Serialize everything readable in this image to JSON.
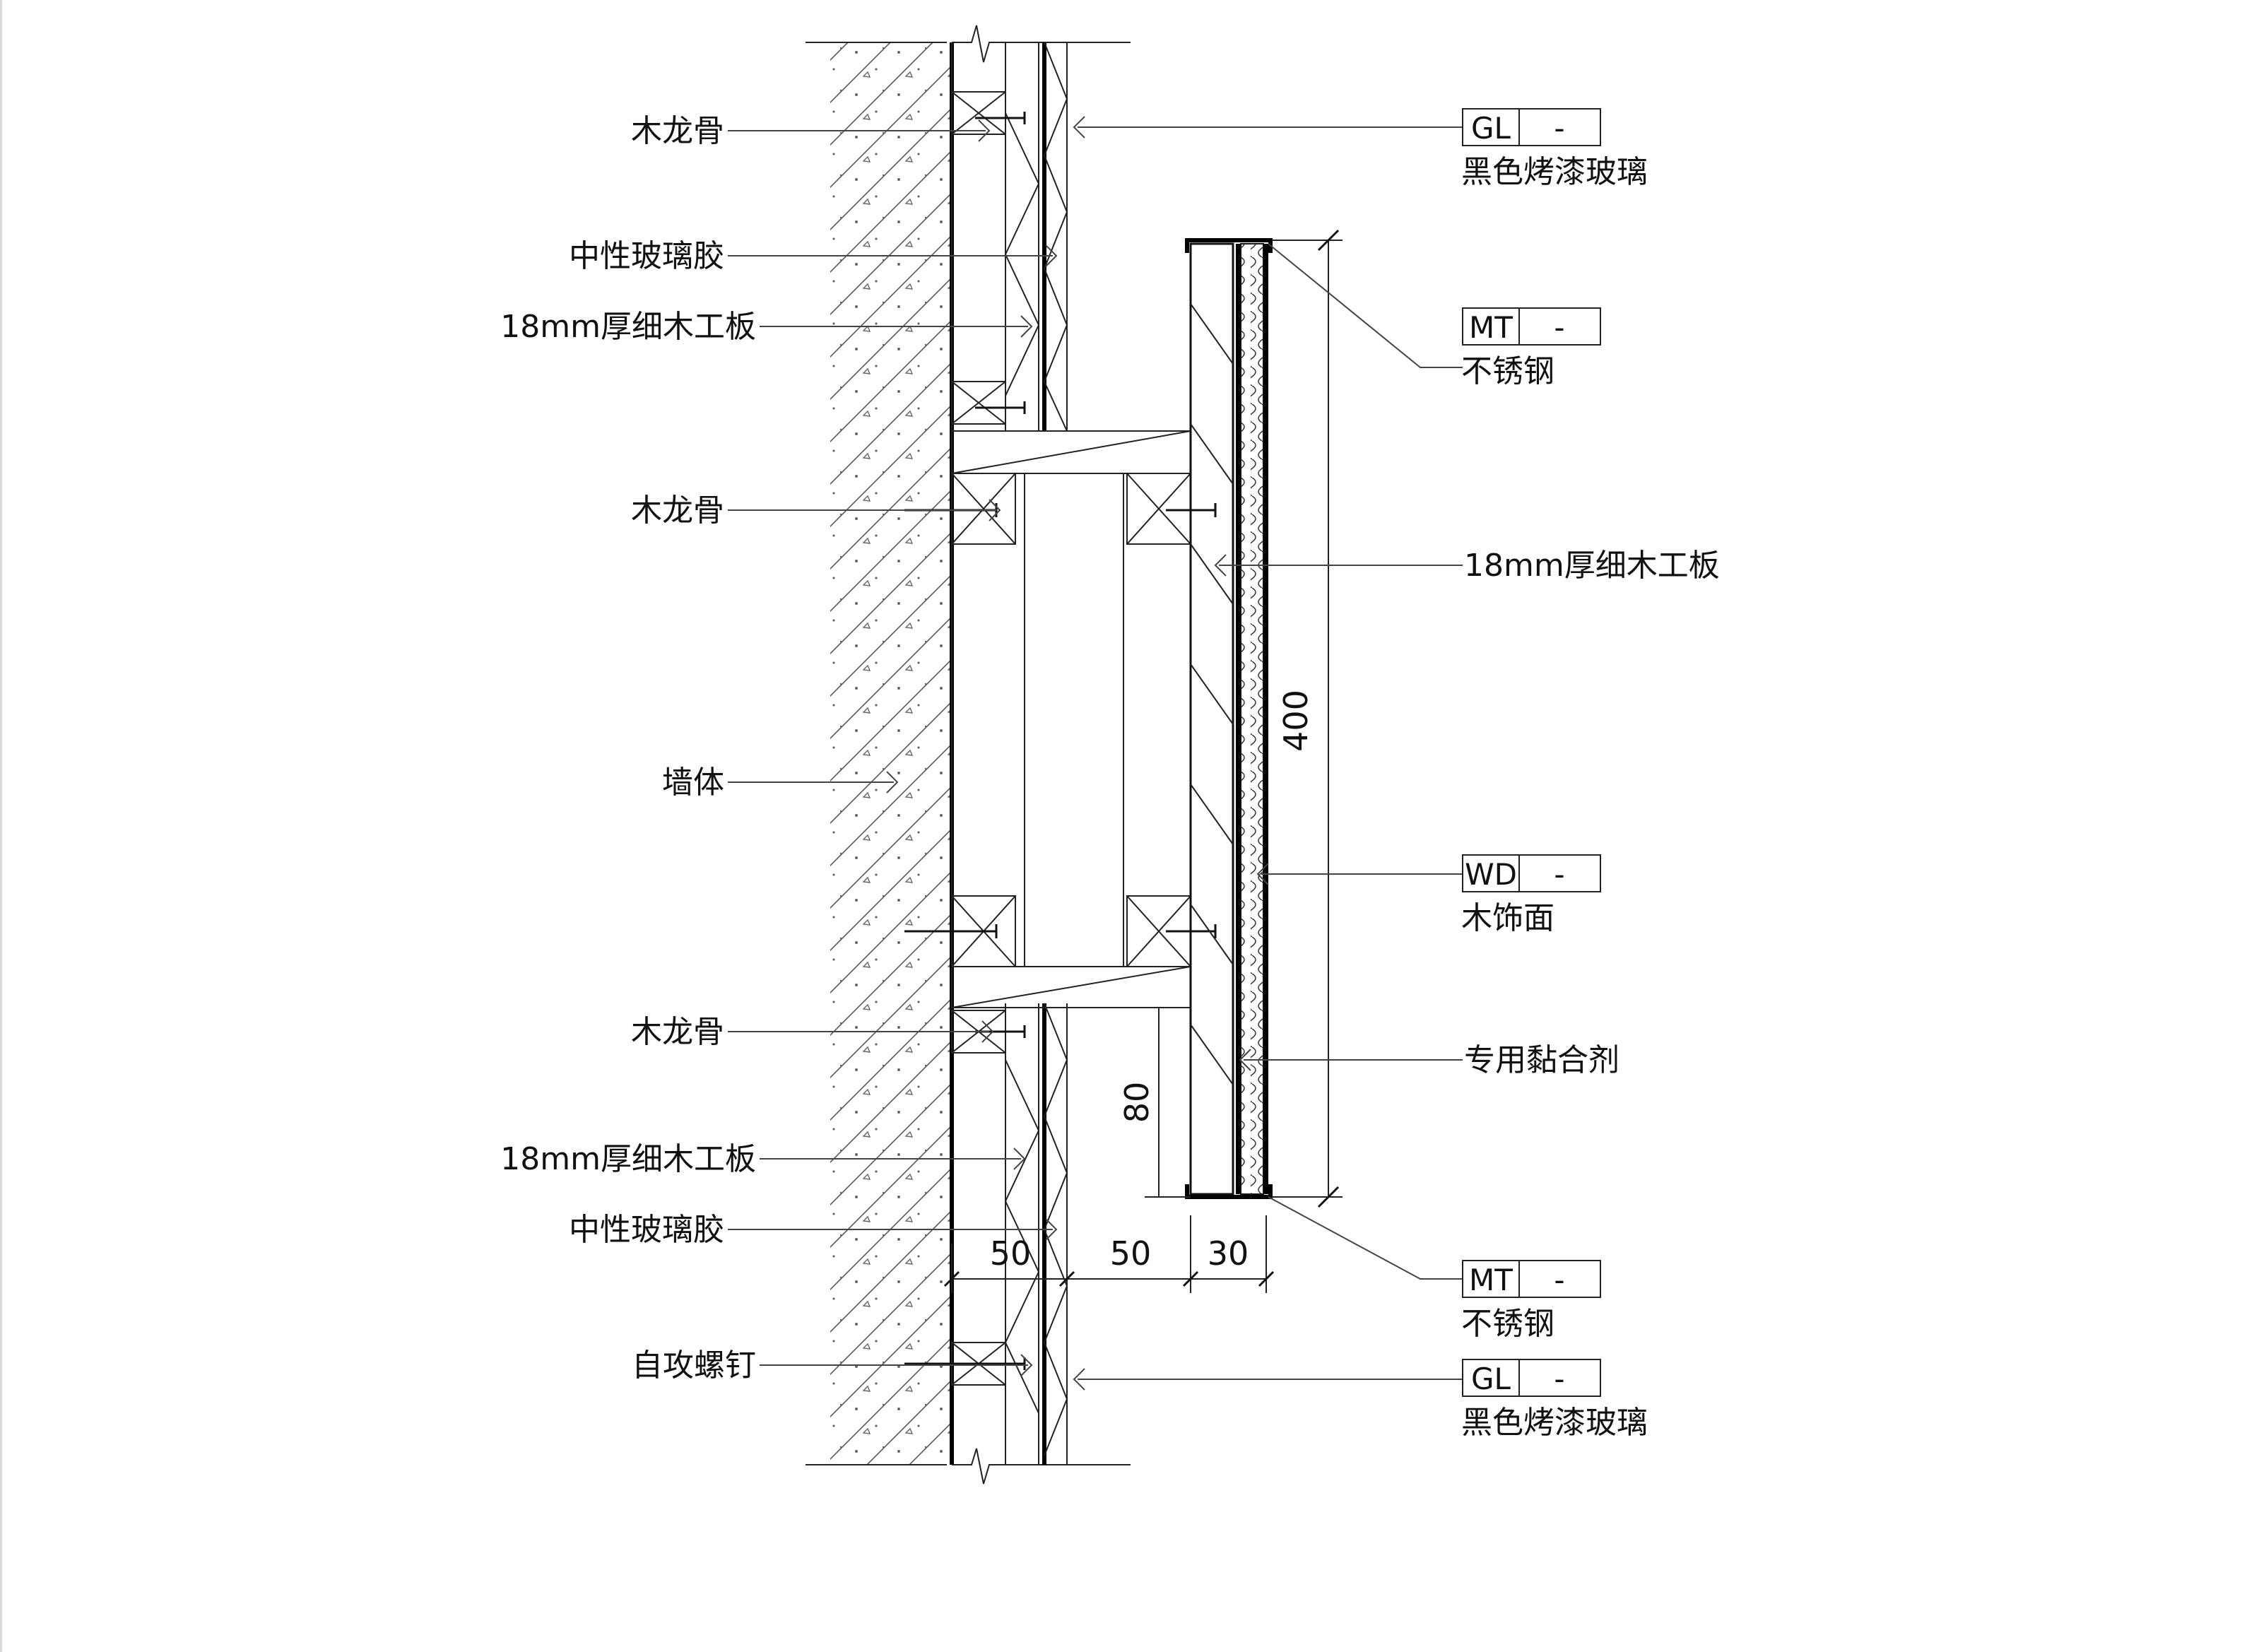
{
  "left_labels": [
    {
      "id": "wood-keel-top",
      "text": "木龙骨"
    },
    {
      "id": "glass-glue-top",
      "text": "中性玻璃胶"
    },
    {
      "id": "blockboard-top",
      "text": "18mm厚细木工板"
    },
    {
      "id": "wood-keel-mid",
      "text": "木龙骨"
    },
    {
      "id": "wall",
      "text": "墙体"
    },
    {
      "id": "wood-keel-bottom",
      "text": "木龙骨"
    },
    {
      "id": "blockboard-bottom",
      "text": "18mm厚细木工板"
    },
    {
      "id": "glass-glue-bottom",
      "text": "中性玻璃胶"
    },
    {
      "id": "screw",
      "text": "自攻螺钉"
    }
  ],
  "right_labels": [
    {
      "id": "gl-top",
      "code": "GL",
      "suffix": "-",
      "text": "黑色烤漆玻璃"
    },
    {
      "id": "mt-top",
      "code": "MT",
      "suffix": "-",
      "text": "不锈钢"
    },
    {
      "id": "blockboard-right",
      "text": "18mm厚细木工板"
    },
    {
      "id": "wd",
      "code": "WD",
      "suffix": "-",
      "text": "木饰面"
    },
    {
      "id": "adhesive",
      "text": "专用黏合剂"
    },
    {
      "id": "mt-bottom",
      "code": "MT",
      "suffix": "-",
      "text": "不锈钢"
    },
    {
      "id": "gl-bottom",
      "code": "GL",
      "suffix": "-",
      "text": "黑色烤漆玻璃"
    }
  ],
  "dimensions": {
    "height_total": "400",
    "height_offset": "80",
    "width_1": "50",
    "width_2": "50",
    "width_3": "30"
  }
}
